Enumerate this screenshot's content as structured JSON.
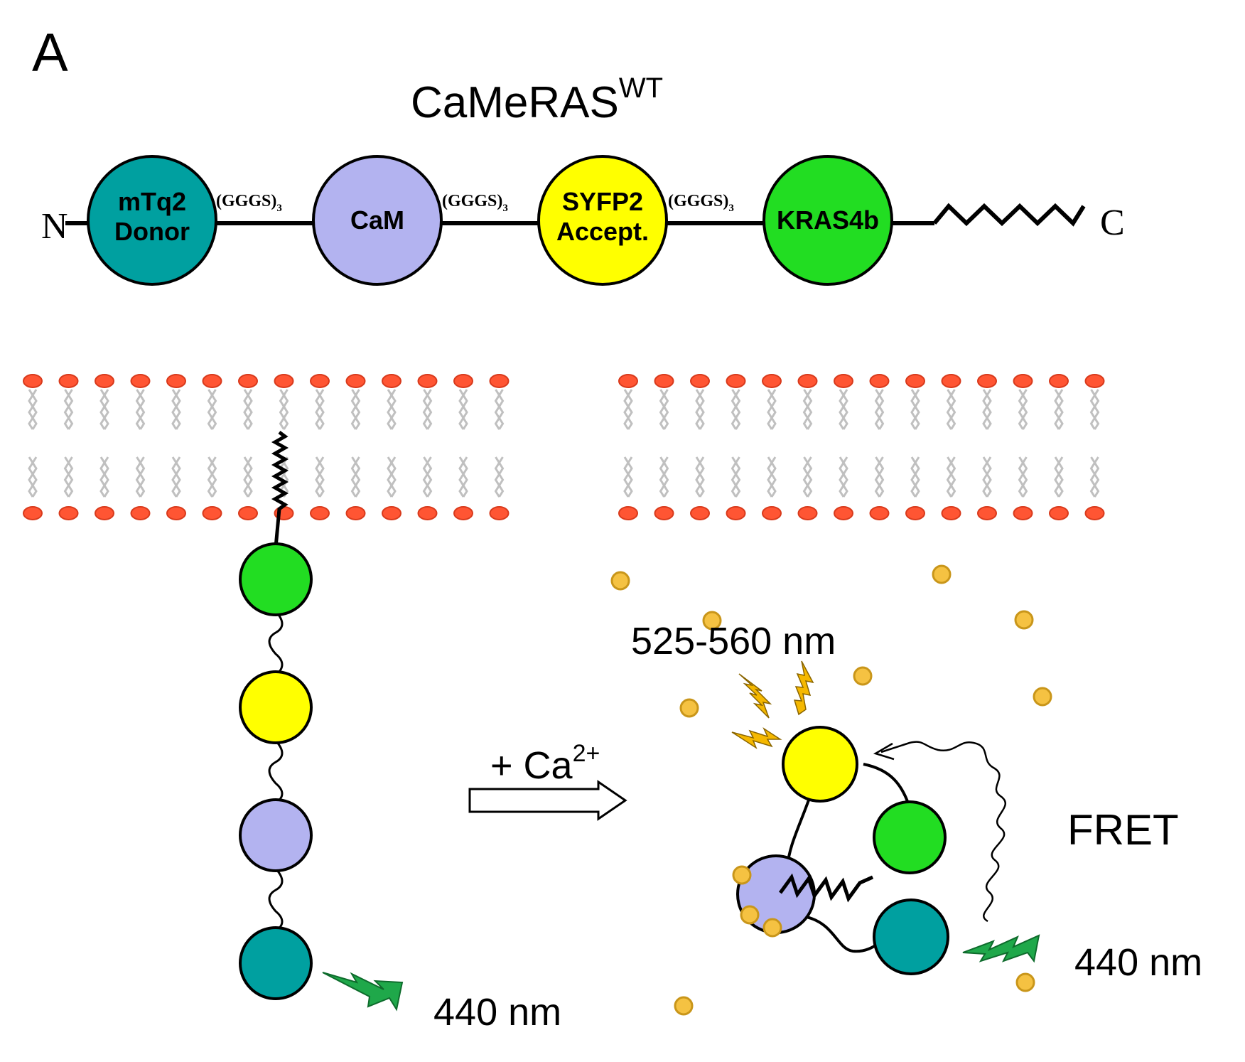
{
  "panel_letter": "A",
  "construct": {
    "title_base": "CaMeRAS",
    "title_sup": "WT",
    "n_terminus": "N",
    "c_terminus": "C",
    "linker_text": "(GGGS)",
    "linker_subscript": "3",
    "domains": [
      {
        "line1": "mTq2",
        "line2": "Donor",
        "color": "#00A0A0"
      },
      {
        "line1": "CaM",
        "line2": "",
        "color": "#B3B3F0"
      },
      {
        "line1": "SYFP2",
        "line2": "Accept.",
        "color": "#FFFF00"
      },
      {
        "line1": "KRAS4b",
        "line2": "",
        "color": "#22DD22"
      }
    ]
  },
  "labels": {
    "ca_label": "+ Ca",
    "ca_sup": "2+",
    "emission": "525-560 nm",
    "fret": "FRET",
    "excitation_left": "440 nm",
    "excitation_right": "440 nm"
  },
  "colors": {
    "teal": "#00A0A0",
    "lavender": "#B3B3F0",
    "yellow": "#FFFF00",
    "green": "#22DD22",
    "lipid_head": "#FF5533",
    "lipid_tail": "#C0C0C0",
    "calcium": "#F5C242",
    "bolt_green": "#1FA84A",
    "bolt_orange": "#F5B800"
  }
}
